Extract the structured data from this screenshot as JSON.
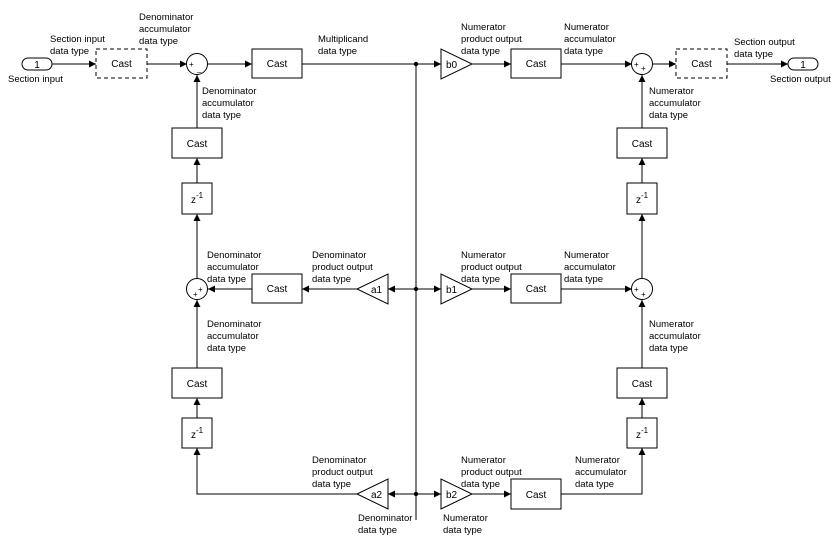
{
  "ports": {
    "in_number": "1",
    "in_name": "Section input",
    "out_number": "1",
    "out_name": "Section output"
  },
  "blocks": {
    "cast": "Cast",
    "delay_z": "z",
    "delay_exp": "-1",
    "b0": "b0",
    "b1": "b1",
    "b2": "b2",
    "a1": "a1",
    "a2": "a2"
  },
  "signs": {
    "plus": "+",
    "minus": "_"
  },
  "labels": {
    "section_input_dt": [
      "Section input",
      "data type"
    ],
    "den_acc": [
      "Denominator",
      "accumulator",
      "data type"
    ],
    "mult_dt": [
      "Multiplicand",
      "data type"
    ],
    "num_prod": [
      "Numerator",
      "product output",
      "data type"
    ],
    "num_acc": [
      "Numerator",
      "accumulator",
      "data type"
    ],
    "section_output_dt": [
      "Section output",
      "data type"
    ],
    "den_prod": [
      "Denominator",
      "product output",
      "data type"
    ],
    "den_dt": [
      "Denominator",
      "data type"
    ],
    "num_dt": [
      "Numerator",
      "data type"
    ]
  }
}
